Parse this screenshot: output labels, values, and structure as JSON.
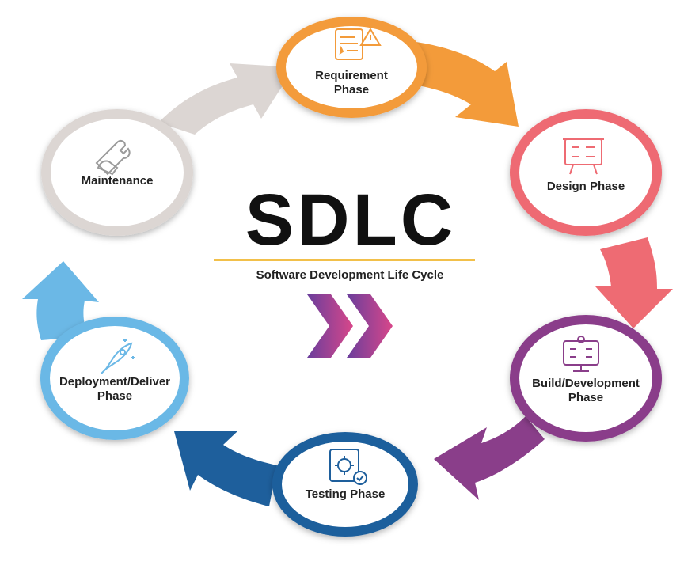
{
  "title": "SDLC",
  "subtitle": "Software Development Life Cycle",
  "phases": [
    {
      "label": "Requirement\nPhase",
      "icon": "checklist-icon",
      "color": "#F39B3A"
    },
    {
      "label": "Design Phase",
      "icon": "presentation-board-icon",
      "color": "#EE6B73"
    },
    {
      "label": "Build/Development\nPhase",
      "icon": "code-monitor-icon",
      "color": "#8A3E8A"
    },
    {
      "label": "Testing Phase",
      "icon": "test-clipboard-icon",
      "color": "#1E5F9C"
    },
    {
      "label": "Deployment/Deliver\nPhase",
      "icon": "rocket-icon",
      "color": "#6BB8E6"
    },
    {
      "label": "Maintenance",
      "icon": "wrench-hand-icon",
      "color": "#DCD6D3"
    }
  ],
  "accent_colors": {
    "underline": "#F2C04A",
    "chevron_left": "#6A3E9C",
    "chevron_right": "#D8478A"
  }
}
